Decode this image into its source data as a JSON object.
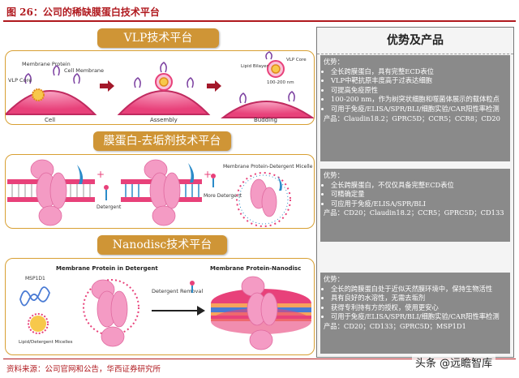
{
  "figure_title": "图 26：公司的稀缺膜蛋白技术平台",
  "source_note": "资料来源：公司官网和公告，华西证券研究所",
  "watermark": "头条 @远瞻智库",
  "platforms": [
    {
      "title": "VLP技术平台",
      "labels": {
        "membrane_protein": "Membrane Protein",
        "cell_membrane": "Cell Membrane",
        "vlp_core": "VLP Core",
        "lipid_bilayer": "Lipid Bilayer",
        "size": "100-200 nm",
        "vlp_core_2": "VLP Core"
      },
      "steps": [
        "Cell",
        "Assembly",
        "Budding"
      ]
    },
    {
      "title": "膜蛋白-去垢剂技术平台",
      "labels": {
        "detergent": "Detergent",
        "more_detergent": "More Detergent",
        "micelle": "Membrane Protein-Detergent Micelle"
      }
    },
    {
      "title": "Nanodisc技术平台",
      "labels": {
        "left_title": "Membrane Protein in Detergent",
        "right_title": "Membrane Protein-Nanodisc",
        "msp": "MSP1D1",
        "lipid_micelles": "Lipid/Detergent Micelles",
        "detergent_removal": "Detergent Removal"
      }
    }
  ],
  "advantages": {
    "header": "优势及产品",
    "boxes": [
      {
        "label": "优势：",
        "items": [
          "全长跨膜蛋白，具有完整ECD表位",
          "VLP中靶抗原丰度高于过表达细胞",
          "可提高免疫原性",
          "100-200 nm，作为树突状细胞和噬菌体展示的载体粒点",
          "可用于免疫/ELISA/SPR/BLI/细胞实验/CAR阳性率检测"
        ],
        "products": "产品：Claudin18.2；GPRC5D；CCR5；CCR8；CD20"
      },
      {
        "label": "优势：",
        "items": [
          "全长跨膜蛋白，不仅仅具备完整ECD表位",
          "可精确定量",
          "可应用于免疫/ELISA/SPR/BLI"
        ],
        "products": "产品：CD20；Claudin18.2；CCR5；GPRC5D；CD133"
      },
      {
        "label": "优势：",
        "items": [
          "全长的跨膜蛋白处于近似天然膜环境中，保持生物活性",
          "具有良好的水溶性，无需去垢剂",
          "获得专利持有方的授权，使用更安心",
          "可用于免疫/ELISA/SPR/BLI/细胞实验/CAR阳性率检测"
        ],
        "products": "产品：CD20；CD133；GPRC5D；MSP1D1"
      }
    ]
  },
  "colors": {
    "accent_red": "#b0191e",
    "gold": "#cf9536",
    "membrane": "#e8417a",
    "protein": "#f49bc4",
    "right_box": "#8a8a8a"
  }
}
